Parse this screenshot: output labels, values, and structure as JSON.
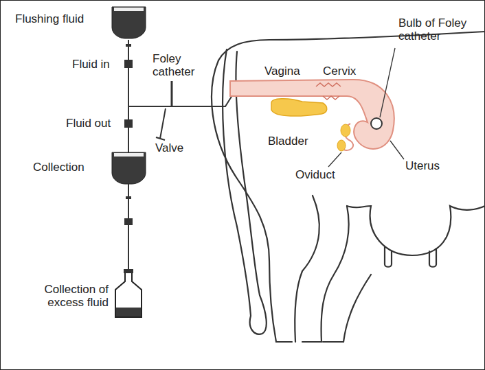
{
  "diagram": {
    "labels": [
      "Flushing fluid",
      "Foley catheter",
      "Fluid in",
      "Bulb of Foley catheter",
      "Vagina",
      "Cervix",
      "Fluid out",
      "Valve",
      "Bladder",
      "Collection",
      "Oviduct",
      "Uterus",
      "Collection of excess fluid"
    ]
  }
}
